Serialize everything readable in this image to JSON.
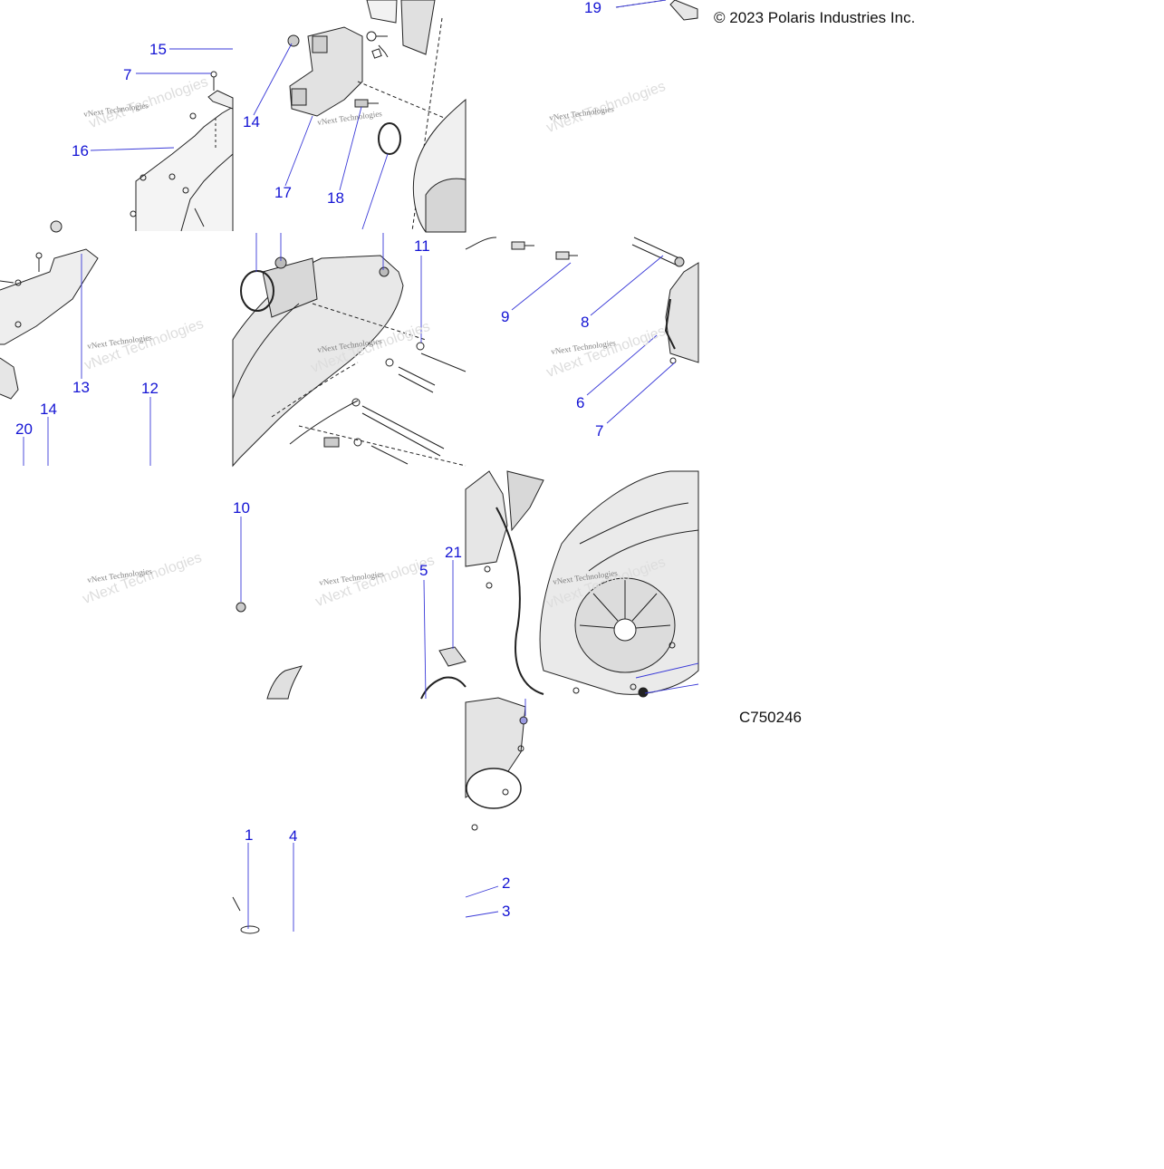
{
  "copyright": "© 2023 Polaris Industries Inc.",
  "drawing_code": "C750246",
  "watermark": "vNext Technologies",
  "callouts": [
    {
      "id": "c19",
      "text": "19"
    },
    {
      "id": "c15",
      "text": "15"
    },
    {
      "id": "c7a",
      "text": "7"
    },
    {
      "id": "c14a",
      "text": "14"
    },
    {
      "id": "c16",
      "text": "16"
    },
    {
      "id": "c17",
      "text": "17"
    },
    {
      "id": "c18",
      "text": "18"
    },
    {
      "id": "c11",
      "text": "11"
    },
    {
      "id": "c9",
      "text": "9"
    },
    {
      "id": "c8",
      "text": "8"
    },
    {
      "id": "c6",
      "text": "6"
    },
    {
      "id": "c7b",
      "text": "7"
    },
    {
      "id": "c13",
      "text": "13"
    },
    {
      "id": "c12",
      "text": "12"
    },
    {
      "id": "c14b",
      "text": "14"
    },
    {
      "id": "c20",
      "text": "20"
    },
    {
      "id": "c10",
      "text": "10"
    },
    {
      "id": "c5",
      "text": "5"
    },
    {
      "id": "c21",
      "text": "21"
    },
    {
      "id": "c1",
      "text": "1"
    },
    {
      "id": "c4",
      "text": "4"
    },
    {
      "id": "c2",
      "text": "2"
    },
    {
      "id": "c3",
      "text": "3"
    }
  ],
  "colors": {
    "callout": "#1414d4",
    "line": "#222222",
    "fill": "#e6e6e6",
    "leader": "#3a3ad8"
  }
}
